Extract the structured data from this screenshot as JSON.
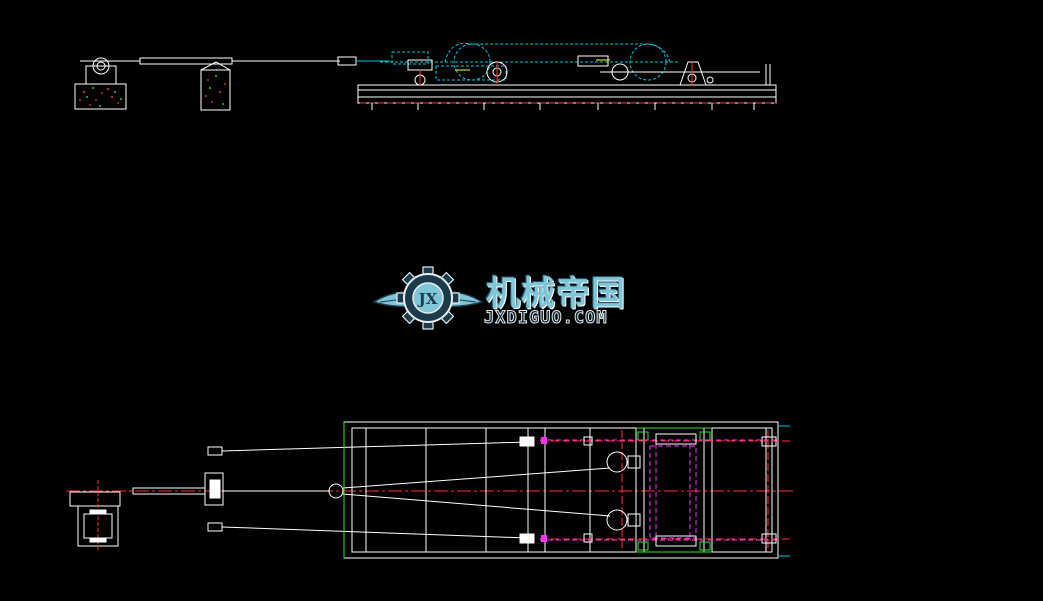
{
  "drawing": {
    "colors": {
      "background": "#000000",
      "outline": "#ffffff",
      "centerline": "#ff3030",
      "hidden": "#00c8e0",
      "magenta": "#ff30ff",
      "green": "#30e030",
      "yellow": "#ffff40"
    }
  },
  "watermark": {
    "title": "机械帝国",
    "subtitle": "JXDIGUO.COM",
    "emblem_text": "JX",
    "icon": "gear-wings-icon",
    "colors": {
      "primary": "#7ec6d8",
      "dark": "#1c3b4a"
    }
  }
}
